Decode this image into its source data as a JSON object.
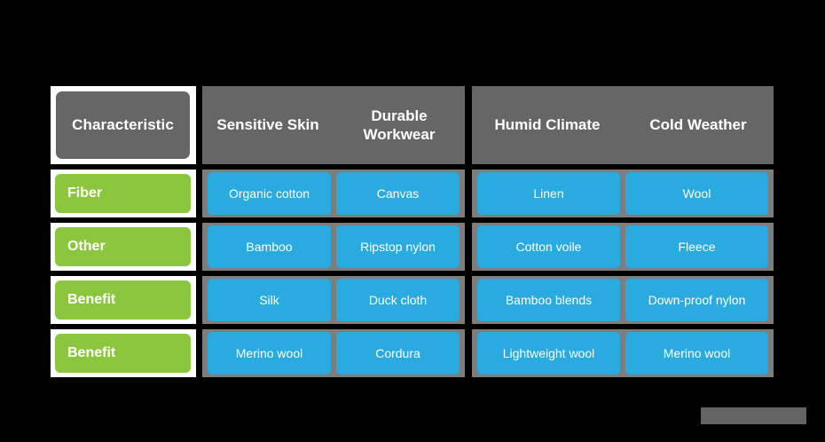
{
  "table": {
    "header": {
      "label": "Characteristic",
      "columns": [
        "Sensitive Skin",
        "Durable Workwear",
        "Humid Climate",
        "Cold Weather"
      ]
    },
    "rows": [
      {
        "label": "Fiber",
        "cells": [
          "Organic cotton",
          "Canvas",
          "Linen",
          "Wool"
        ]
      },
      {
        "label": "Other",
        "cells": [
          "Bamboo",
          "Ripstop nylon",
          "Cotton voile",
          "Fleece"
        ]
      },
      {
        "label": "Benefit",
        "cells": [
          "Silk",
          "Duck cloth",
          "Bamboo blends",
          "Down-proof nylon"
        ]
      },
      {
        "label": "Benefit",
        "cells": [
          "Merino wool",
          "Cordura",
          "Lightweight wool",
          "Merino wool"
        ]
      }
    ]
  },
  "colors": {
    "background": "#000000",
    "header_gray": "#666666",
    "row_label_green": "#8CC63E",
    "cell_blue": "#29ABDF",
    "band_gray": "#7D7D7D",
    "frame_white": "#FFFFFF",
    "watermark_gray": "#767676"
  },
  "watermark": {
    "label": "watermark-bar"
  }
}
